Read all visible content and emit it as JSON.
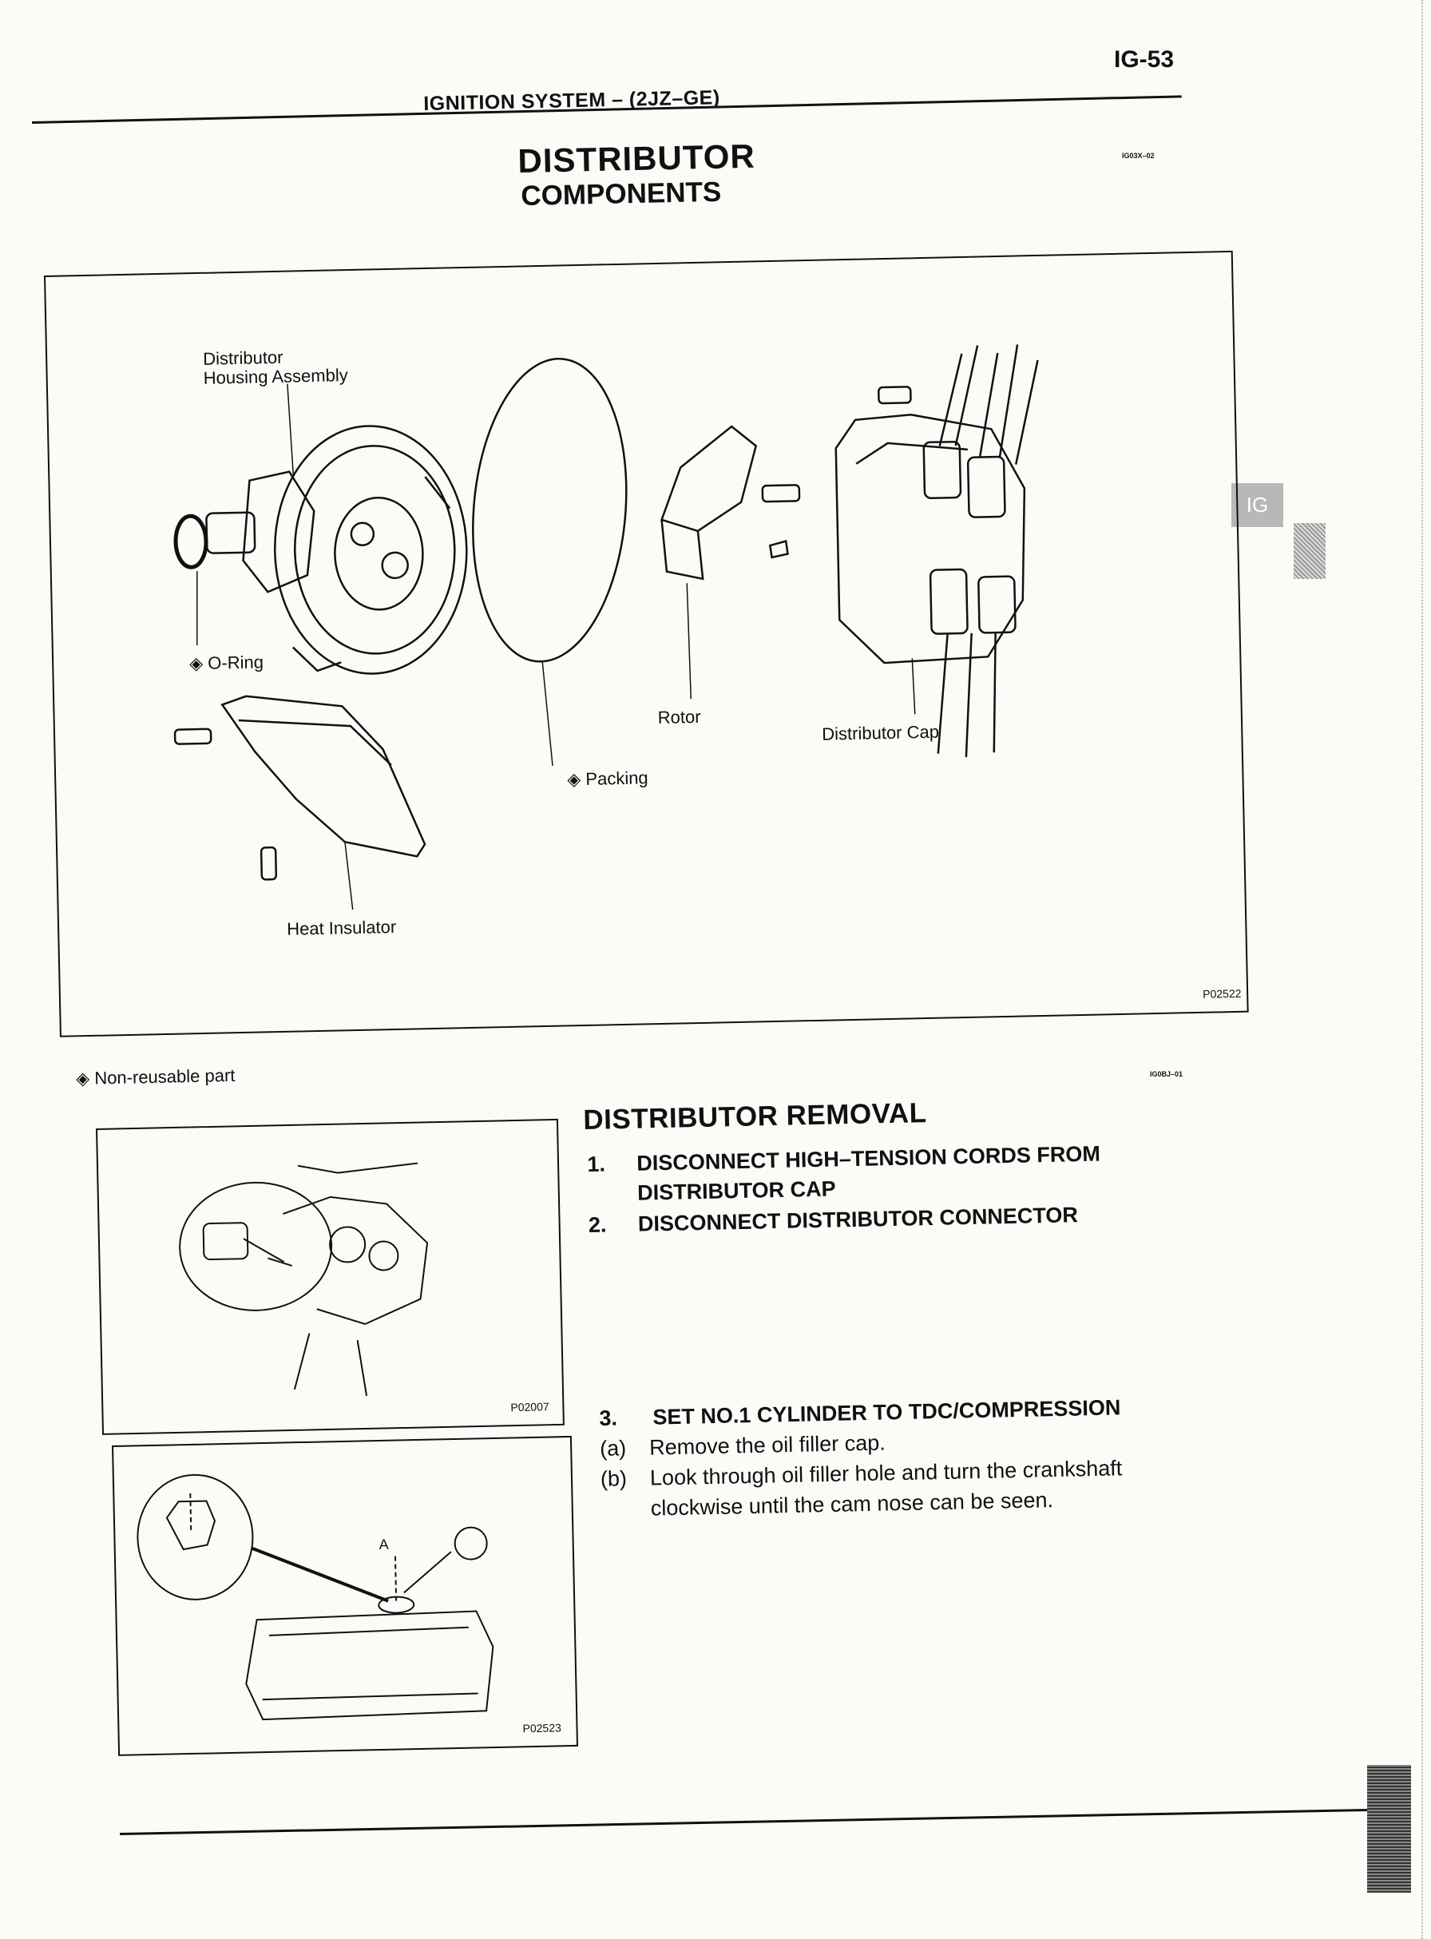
{
  "page": {
    "number": "IG-53",
    "section_header": "IGNITION SYSTEM – (2JZ–GE)",
    "title": "DISTRIBUTOR",
    "subtitle": "COMPONENTS",
    "components_ref": "IG03X–02",
    "side_tab": "IG"
  },
  "components_figure": {
    "labels": {
      "housing": "Distributor\nHousing Assembly",
      "oring": "◈ O-Ring",
      "packing": "◈ Packing",
      "rotor": "Rotor",
      "cap": "Distributor Cap",
      "heat_insulator": "Heat Insulator"
    },
    "figure_no": "P02522",
    "legend": "◈ Non-reusable part"
  },
  "removal": {
    "ref": "IG0BJ–01",
    "title": "DISTRIBUTOR REMOVAL",
    "steps": [
      {
        "num": "1.",
        "text": "DISCONNECT HIGH–TENSION CORDS FROM DISTRIBUTOR CAP"
      },
      {
        "num": "2.",
        "text": "DISCONNECT DISTRIBUTOR CONNECTOR"
      }
    ],
    "step3": {
      "num": "3.",
      "text": "SET NO.1 CYLINDER TO TDC/COMPRESSION",
      "subs": [
        {
          "label": "(a)",
          "text": "Remove the oil filler cap."
        },
        {
          "label": "(b)",
          "text": "Look through oil filler hole and turn the crankshaft clockwise until the cam nose can be seen."
        }
      ]
    },
    "fig1_no": "P02007",
    "fig2_no": "P02523",
    "fig2_mark": "A"
  }
}
